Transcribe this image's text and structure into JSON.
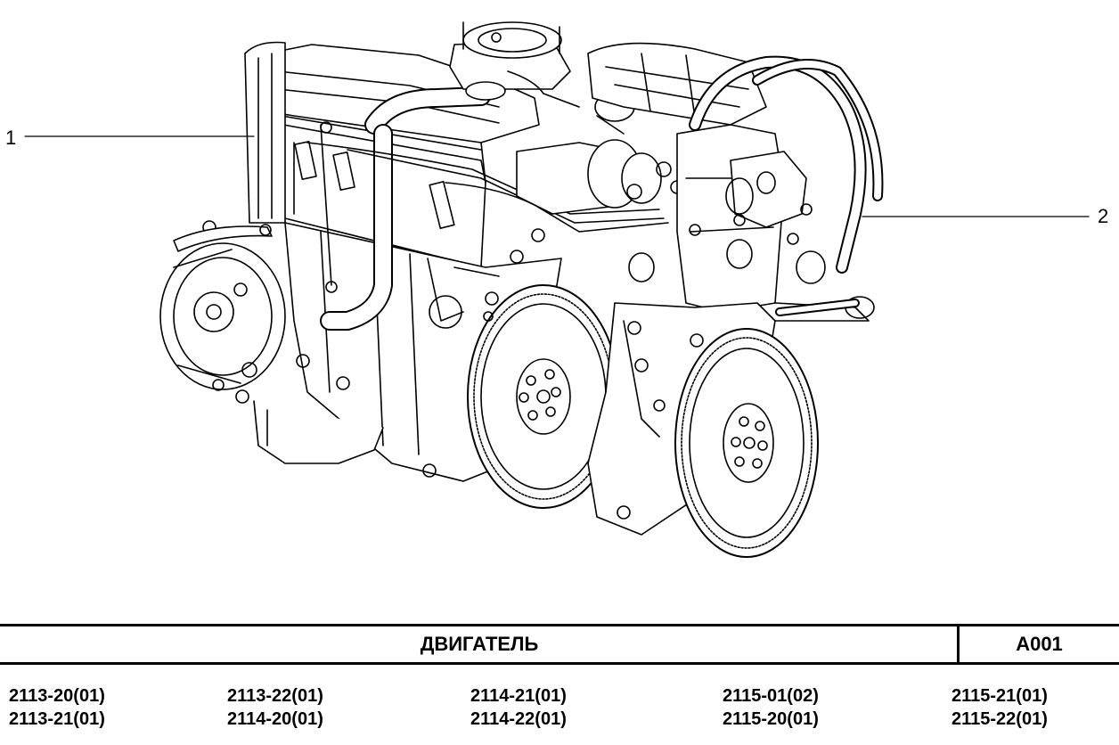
{
  "callouts": [
    "1",
    "2"
  ],
  "title_block": {
    "title": "ДВИГАТЕЛЬ",
    "code": "A001"
  },
  "models": [
    [
      "2113-20(01)",
      "2113-21(01)"
    ],
    [
      "2113-22(01)",
      "2114-20(01)"
    ],
    [
      "2114-21(01)",
      "2114-22(01)"
    ],
    [
      "2115-01(02)",
      "2115-20(01)"
    ],
    [
      "2115-21(01)",
      "2115-22(01)"
    ]
  ]
}
